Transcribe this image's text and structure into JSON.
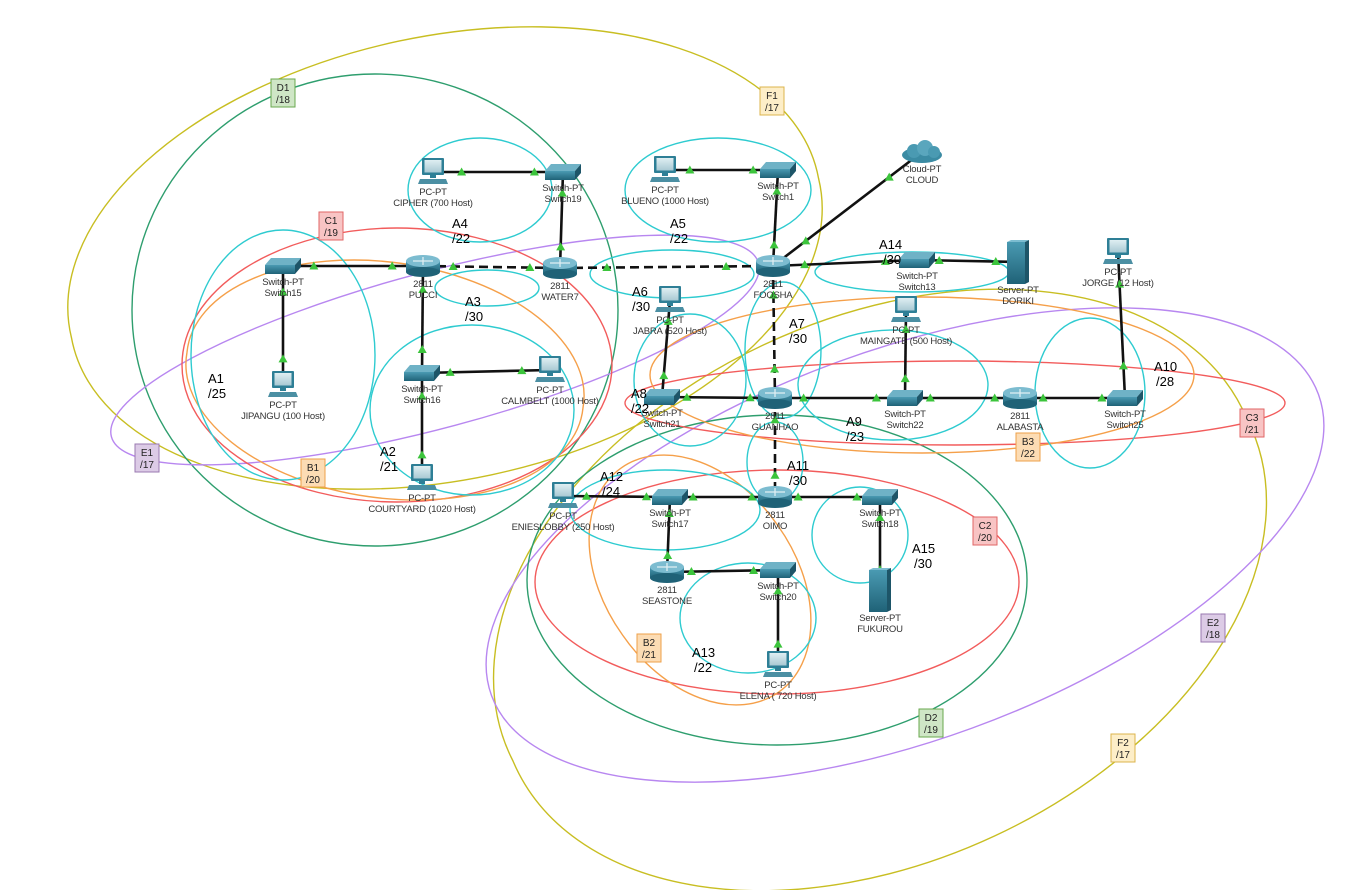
{
  "colors": {
    "area": "#2ecbd0",
    "c": "#f25c5c",
    "b": "#f5a04a",
    "e": "#b887f0",
    "d": "#2e9e6e",
    "f": "#c8be22",
    "link": "#111111",
    "port": "#3cc43c",
    "device": "#2e7f96"
  },
  "devices": {
    "cipher": {
      "type": "PC-PT",
      "name": "CIPHER (700 Host)"
    },
    "switch19": {
      "type": "Switch-PT",
      "name": "Switch19"
    },
    "switch15": {
      "type": "Switch-PT",
      "name": "Switch15"
    },
    "pucci": {
      "type": "2811",
      "name": "PUCCI"
    },
    "water7": {
      "type": "2811",
      "name": "WATER7"
    },
    "jipangu": {
      "type": "PC-PT",
      "name": "JIPANGU (100 Host)"
    },
    "switch16": {
      "type": "Switch-PT",
      "name": "Switch16"
    },
    "calmbelt": {
      "type": "PC-PT",
      "name": "CALMBELT (1000 Host)"
    },
    "courtyard": {
      "type": "PC-PT",
      "name": "COURTYARD (1020 Host)"
    },
    "blueno": {
      "type": "PC-PT",
      "name": "BLUENO (1000 Host)"
    },
    "switch1": {
      "type": "Switch-PT",
      "name": "Switch1"
    },
    "cloud": {
      "type": "Cloud-PT",
      "name": "CLOUD"
    },
    "foosha": {
      "type": "2811",
      "name": "FOOSHA"
    },
    "switch13": {
      "type": "Switch-PT",
      "name": "Switch13"
    },
    "doriki": {
      "type": "Server-PT",
      "name": "DORIKI"
    },
    "jorge": {
      "type": "PC-PT",
      "name": "JORGE (12 Host)"
    },
    "jabra": {
      "type": "PC-PT",
      "name": "JABRA (520 Host)"
    },
    "maingate": {
      "type": "PC-PT",
      "name": "MAINGATE (500 Host)"
    },
    "switch21": {
      "type": "Switch-PT",
      "name": "Switch21"
    },
    "guanhao": {
      "type": "2811",
      "name": "GUANHAO"
    },
    "switch22": {
      "type": "Switch-PT",
      "name": "Switch22"
    },
    "alabasta": {
      "type": "2811",
      "name": "ALABASTA"
    },
    "switch25": {
      "type": "Switch-PT",
      "name": "Switch25"
    },
    "enieslobby": {
      "type": "PC-PT",
      "name": "ENIESLOBBY (250 Host)"
    },
    "switch17": {
      "type": "Switch-PT",
      "name": "Switch17"
    },
    "oimo": {
      "type": "2811",
      "name": "OIMO"
    },
    "switch18": {
      "type": "Switch-PT",
      "name": "Switch18"
    },
    "seastone": {
      "type": "2811",
      "name": "SEASTONE"
    },
    "switch20": {
      "type": "Switch-PT",
      "name": "Switch20"
    },
    "fukurou": {
      "type": "Server-PT",
      "name": "FUKUROU"
    },
    "elena": {
      "type": "PC-PT",
      "name": "ELENA ( 720 Host)"
    }
  },
  "areas": {
    "a1": {
      "name": "A1",
      "mask": "/25"
    },
    "a2": {
      "name": "A2",
      "mask": "/21"
    },
    "a3": {
      "name": "A3",
      "mask": "/30"
    },
    "a4": {
      "name": "A4",
      "mask": "/22"
    },
    "a5": {
      "name": "A5",
      "mask": "/22"
    },
    "a6": {
      "name": "A6",
      "mask": "/30"
    },
    "a7": {
      "name": "A7",
      "mask": "/30"
    },
    "a8": {
      "name": "A8",
      "mask": "/22"
    },
    "a9": {
      "name": "A9",
      "mask": "/23"
    },
    "a10": {
      "name": "A10",
      "mask": "/28"
    },
    "a11": {
      "name": "A11",
      "mask": "/30"
    },
    "a12": {
      "name": "A12",
      "mask": "/24"
    },
    "a13": {
      "name": "A13",
      "mask": "/22"
    },
    "a14": {
      "name": "A14",
      "mask": "/30"
    },
    "a15": {
      "name": "A15",
      "mask": "/30"
    }
  },
  "zones": {
    "b1": {
      "name": "B1",
      "mask": "/20"
    },
    "b2": {
      "name": "B2",
      "mask": "/21"
    },
    "b3": {
      "name": "B3",
      "mask": "/22"
    },
    "c1": {
      "name": "C1",
      "mask": "/19"
    },
    "c2": {
      "name": "C2",
      "mask": "/20"
    },
    "c3": {
      "name": "C3",
      "mask": "/21"
    },
    "d1": {
      "name": "D1",
      "mask": "/18"
    },
    "d2": {
      "name": "D2",
      "mask": "/19"
    },
    "e1": {
      "name": "E1",
      "mask": "/17"
    },
    "e2": {
      "name": "E2",
      "mask": "/18"
    },
    "f1": {
      "name": "F1",
      "mask": "/17"
    },
    "f2": {
      "name": "F2",
      "mask": "/17"
    }
  }
}
